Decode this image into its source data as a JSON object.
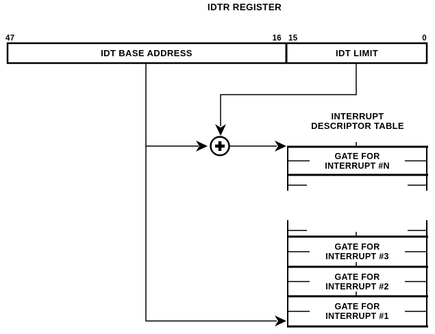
{
  "colors": {
    "ink": "#000000",
    "background": "#ffffff"
  },
  "title": "IDTR REGISTER",
  "register": {
    "bits": {
      "b47": "47",
      "b16": "16",
      "b15": "15",
      "b0": "0"
    },
    "fields": {
      "base": "IDT BASE ADDRESS",
      "limit": "IDT LIMIT"
    }
  },
  "adder": {
    "symbol": "+"
  },
  "idt": {
    "label": {
      "line1": "INTERRUPT",
      "line2": "DESCRIPTOR TABLE"
    },
    "gates": [
      {
        "line1": "GATE FOR",
        "line2": "INTERRUPT #N"
      },
      {
        "line1": "GATE FOR",
        "line2": "INTERRUPT #3"
      },
      {
        "line1": "GATE FOR",
        "line2": "INTERRUPT #2"
      },
      {
        "line1": "GATE FOR",
        "line2": "INTERRUPT #1"
      }
    ]
  },
  "icons": {
    "plus": "+",
    "arrowhead": "filled-right-triangle"
  }
}
